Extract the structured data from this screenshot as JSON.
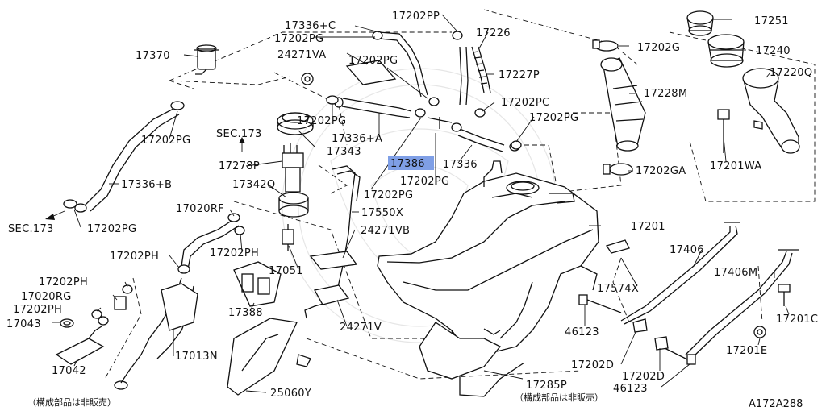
{
  "diagram": {
    "code": "A172A288",
    "note_not_sold": "（構成部品は非販売）",
    "highlight_color": "#7f9fe6",
    "labels": {
      "p17336c": "17336+C",
      "p17202pp": "17202PP",
      "p17226": "17226",
      "p17251": "17251",
      "p17202pg_a": "17202PG",
      "p24271va": "24271VA",
      "p17370": "17370",
      "p17202pg_b": "17202PG",
      "p17227p": "17227P",
      "p17202g": "17202G",
      "p17240": "17240",
      "p17220q": "17220Q",
      "p17228m": "17228M",
      "p17202pc": "17202PC",
      "p17202pg_c": "17202PG",
      "p17202pg_d": "17202PG",
      "p17336a": "17336+A",
      "p17343": "17343",
      "sec173_a": "SEC.173",
      "p17202pg_e": "17202PG",
      "p17386": "17386",
      "p17336": "17336",
      "p17202pg_f": "17202PG",
      "p17278p": "17278P",
      "p17202pg_g": "17202PG",
      "p17342q": "17342Q",
      "p17336b": "17336+B",
      "p17201wa": "17201WA",
      "p17202ga": "17202GA",
      "p17550x": "17550X",
      "p17020rf": "17020RF",
      "sec173_b": "SEC.173",
      "p17202pg_h": "17202PG",
      "p24271vb": "24271VB",
      "p17201": "17201",
      "p17202ph_a": "17202PH",
      "p17202ph_b": "17202PH",
      "p17406": "17406",
      "p17406m": "17406M",
      "p17051": "17051",
      "p17202ph_c": "17202PH",
      "p17020rg": "17020RG",
      "p17574x": "17574X",
      "p17202ph_d": "17202PH",
      "p17388": "17388",
      "p17043": "17043",
      "p24271v": "24271V",
      "p46123_a": "46123",
      "p17201c": "17201C",
      "p17013n": "17013N",
      "p17201e": "17201E",
      "p17202d_a": "17202D",
      "p17042": "17042",
      "p17202d_b": "17202D",
      "p17285p": "17285P",
      "p46123_b": "46123",
      "p25060y": "25060Y"
    }
  }
}
